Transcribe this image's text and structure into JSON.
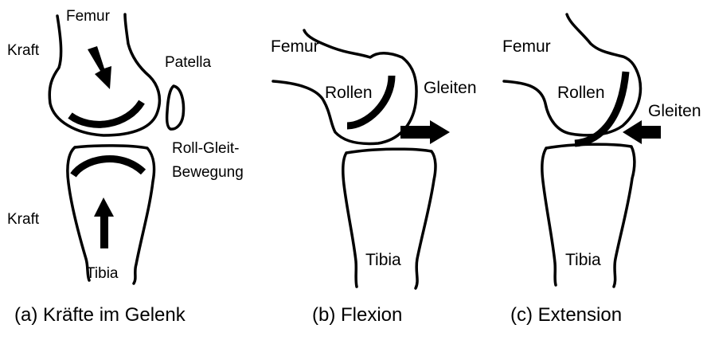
{
  "panel_a": {
    "femur": "Femur",
    "kraft_top": "Kraft",
    "patella": "Patella",
    "roll_gleit_1": "Roll-Gleit-",
    "roll_gleit_2": "Bewegung",
    "kraft_bottom": "Kraft",
    "tibia": "Tibia",
    "caption": "(a) Kräfte im Gelenk"
  },
  "panel_b": {
    "femur": "Femur",
    "rollen": "Rollen",
    "gleiten": "Gleiten",
    "tibia": "Tibia",
    "caption": "(b) Flexion"
  },
  "panel_c": {
    "femur": "Femur",
    "rollen": "Rollen",
    "gleiten": "Gleiten",
    "tibia": "Tibia",
    "caption": "(c) Extension"
  },
  "colors": {
    "stroke": "#000000",
    "background": "#ffffff"
  }
}
